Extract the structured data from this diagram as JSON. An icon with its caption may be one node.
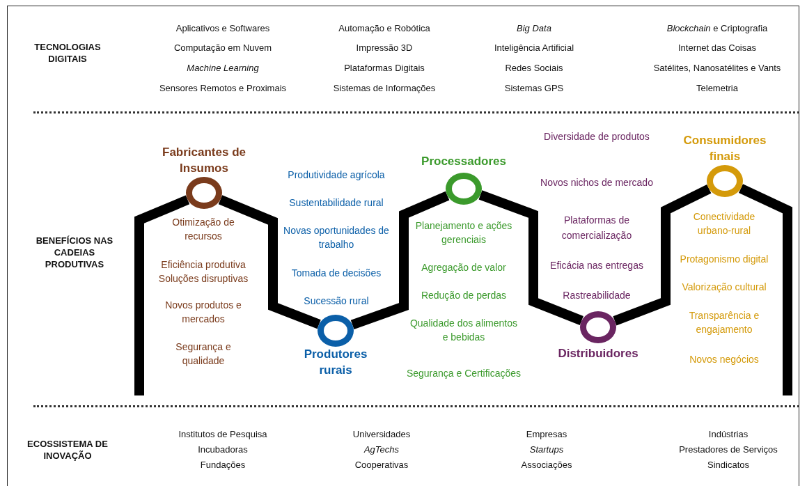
{
  "diagram": {
    "nodes": [
      {
        "text": [
          "Fabricantes de Insumos"
        ]
      },
      {
        "text": [
          "Produtores rurais"
        ]
      },
      {
        "text": [
          "Processadores"
        ]
      },
      {
        "text": [
          "Distribuidores"
        ]
      },
      {
        "text": [
          "Consumidores finais"
        ]
      }
    ],
    "edges": [
      {
        "from": null,
        "to": 0,
        "arrow": "none"
      },
      {
        "from": 0,
        "to": 1,
        "arrow": "none"
      },
      {
        "from": 1,
        "to": 2,
        "arrow": "none"
      },
      {
        "from": 2,
        "to": 3,
        "arrow": "none"
      },
      {
        "from": 3,
        "to": 4,
        "arrow": "none"
      },
      {
        "from": 4,
        "to": null,
        "arrow": "none"
      }
    ],
    "labels": [
      "TECNOLOGIAS DIGITAIS",
      "Aplicativos e Softwares",
      "Automação e Robótica",
      "*Big Data*",
      "*Blockchain* e Criptografia",
      "Computação em Nuvem",
      "Impressão 3D",
      "Inteligência Artificial",
      "Internet das Coisas",
      "*Machine Learning*",
      "Plataformas Digitais",
      "Redes Sociais",
      "Satélites, Nanosatélites e Vants",
      "Sensores Remotos e Proximais",
      "Sistemas de Informações",
      "Sistemas GPS",
      "Telemetria",
      "BENEFÍCIOS NAS CADEIAS PRODUTIVAS",
      "Otimização de recursos",
      "Eficiência produtiva Soluções disruptivas",
      "Novos produtos e mercados",
      "Segurança e qualidade",
      "Produtividade agrícola",
      "Sustentabilidade rural",
      "Novas oportunidades de trabalho",
      "Tomada de decisões",
      "Sucessão rural",
      "Planejamento e ações gerenciais",
      "Agregação de valor",
      "Redução de perdas",
      "Qualidade dos alimentos e bebidas",
      "Segurança e Certificações",
      "Diversidade de produtos",
      "Novos nichos de mercado",
      "Plataformas de comercialização",
      "Eficácia nas entregas",
      "Rastreabilidade",
      "Conectividade urbano-rural",
      "Protagonismo digital",
      "Valorização cultural",
      "Transparência e engajamento",
      "Novos negócios",
      "ECOSSISTEMA DE INOVAÇÃO",
      "Institutos de Pesquisa",
      "Universidades",
      "Empresas",
      "Indústrias",
      "Incubadoras",
      "*AgTechs*",
      "*Startups*",
      "Prestadores de Serviços",
      "Fundações",
      "Cooperativas",
      "Associações",
      "Sindicatos"
    ]
  }
}
